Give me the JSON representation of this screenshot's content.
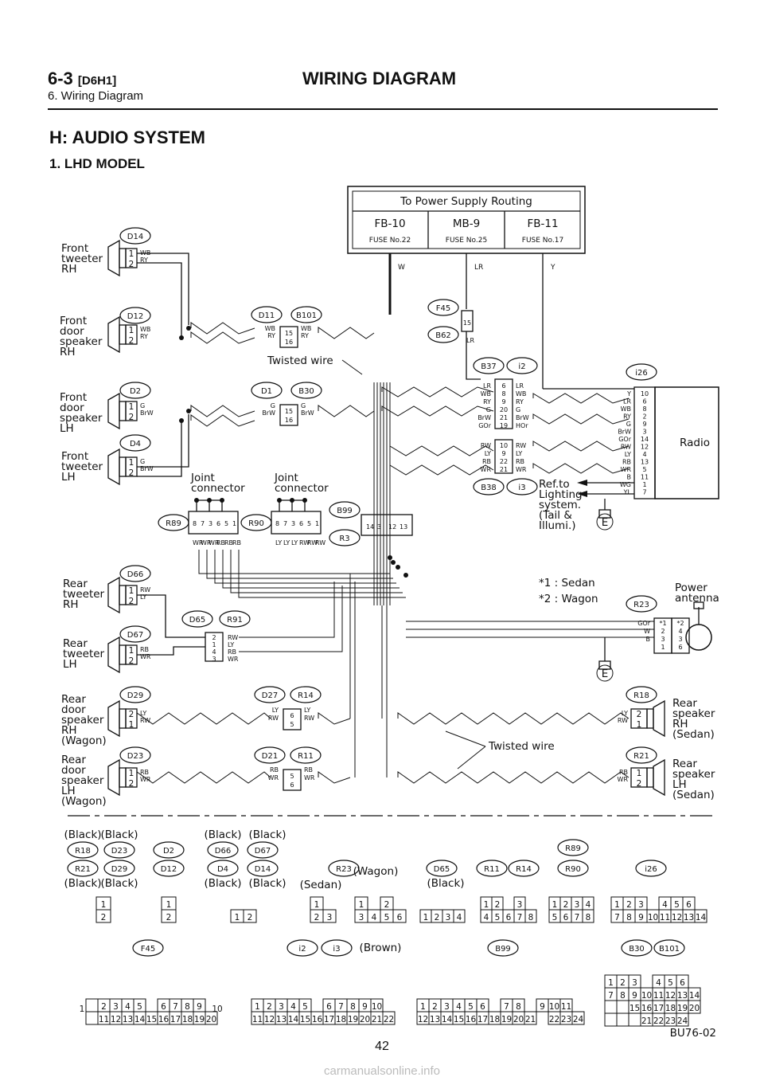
{
  "header": {
    "code": "6-3",
    "variant": "[D6H1]",
    "title": "WIRING DIAGRAM",
    "subtitle": "6. Wiring Diagram"
  },
  "section": {
    "title": "H: AUDIO SYSTEM",
    "subtitle": "1. LHD MODEL"
  },
  "power": {
    "title": "To Power Supply Routing",
    "cols": [
      "FB-10",
      "MB-9",
      "FB-11"
    ],
    "fuses": [
      "FUSE No.22",
      "FUSE No.25",
      "FUSE No.17"
    ],
    "wire_colors": [
      "W",
      "LR",
      "Y"
    ]
  },
  "components": {
    "front_tweeter_rh": "Front\ntweeter\nRH",
    "front_door_speaker_rh": "Front\ndoor\nspeaker\nRH",
    "front_door_speaker_lh": "Front\ndoor\nspeaker\nLH",
    "front_tweeter_lh": "Front\ntweeter\nLH",
    "rear_tweeter_rh": "Rear\ntweeter\nRH",
    "rear_tweeter_lh": "Rear\ntweeter\nLH",
    "rear_door_speaker_rh": "Rear\ndoor\nspeaker\nRH\n(Wagon)",
    "rear_door_speaker_lh": "Rear\ndoor\nspeaker\nLH\n(Wagon)",
    "rear_speaker_rh": "Rear\nspeaker\nRH\n(Sedan)",
    "rear_speaker_lh": "Rear\nspeaker\nLH\n(Sedan)",
    "radio": "Radio",
    "power_antenna": "Power\nantenna",
    "joint_connector_1": "Joint\nconnector",
    "joint_connector_2": "Joint\nconnector",
    "twisted_wire_1": "Twisted wire",
    "twisted_wire_2": "Twisted wire",
    "ref_lighting": "Ref.to\nLighting\nsystem.\n(Tail &\nIllumi.)",
    "note_sedan": "*1 : Sedan",
    "note_wagon": "*2 : Wagon"
  },
  "connector_ids": [
    "D14",
    "D12",
    "D11",
    "B101",
    "D2",
    "D1",
    "B30",
    "D4",
    "F45",
    "B62",
    "B37",
    "i2",
    "i26",
    "B38",
    "i3",
    "B99",
    "R3",
    "R89",
    "R90",
    "D66",
    "D65",
    "R91",
    "D67",
    "D29",
    "D27",
    "R14",
    "D23",
    "D21",
    "R11",
    "R23",
    "R18",
    "R21"
  ],
  "legend": {
    "row1": [
      {
        "top": "(Black)",
        "ids": [
          "R18",
          "R21"
        ],
        "bottom": "(Black)"
      },
      {
        "top": "(Black)",
        "ids": [
          "D23",
          "D29"
        ],
        "bottom": "(Black)"
      },
      {
        "top": "",
        "ids": [
          "D2",
          "D12"
        ],
        "bottom": ""
      },
      {
        "top": "(Black)",
        "ids": [
          "D66",
          "D4"
        ],
        "bottom": "(Black)"
      },
      {
        "top": "(Black)",
        "ids": [
          "D67",
          "D14"
        ],
        "bottom": "(Black)"
      },
      {
        "top": "",
        "ids": [
          "R23"
        ],
        "bottom": ""
      },
      {
        "top": "",
        "ids": [
          "D65"
        ],
        "bottom": "(Black)"
      },
      {
        "top": "",
        "ids": [
          "R11",
          "R14"
        ],
        "bottom": ""
      },
      {
        "top": "",
        "ids": [
          "R89",
          "R90"
        ],
        "bottom": ""
      },
      {
        "top": "",
        "ids": [
          "i26"
        ],
        "bottom": ""
      }
    ],
    "sedan": "(Sedan)",
    "wagon": "(Wagon)",
    "row2_ids": [
      "F45",
      "i2",
      "i3",
      "B99",
      "B30",
      "B101"
    ],
    "brown": "(Brown)"
  },
  "doc_code": "BU76-02",
  "page_number": "42",
  "footer": "carmanualsonline.info"
}
